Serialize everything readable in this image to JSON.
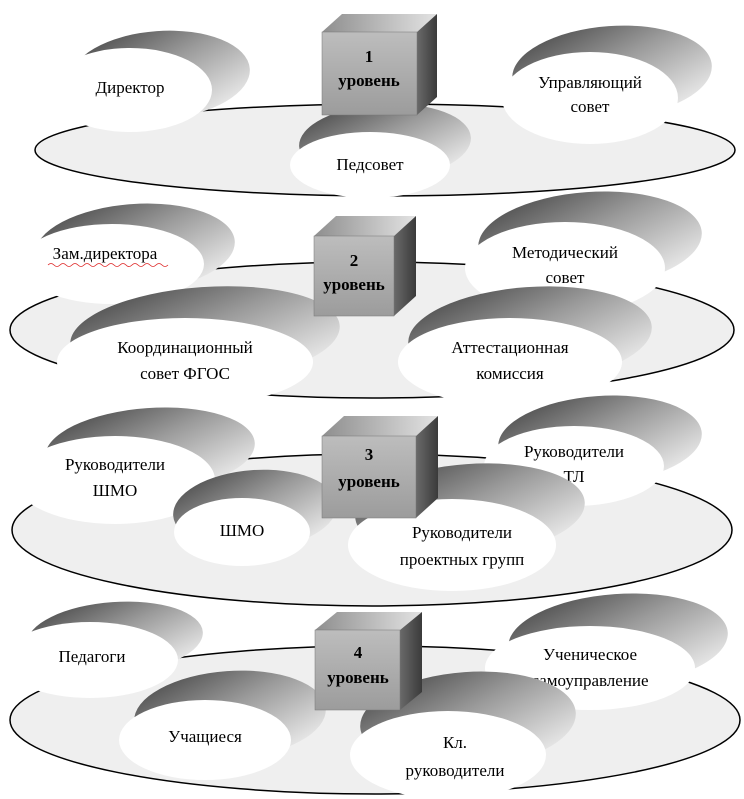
{
  "levels": [
    {
      "number": "1",
      "word": "уровень",
      "nodes": [
        "Директор",
        "Управляющий совет",
        "Педсовет"
      ]
    },
    {
      "number": "2",
      "word": "уровень",
      "nodes": [
        "Зам.директора",
        "Методический совет",
        "Координационный совет ФГОС",
        "Аттестационная комиссия"
      ]
    },
    {
      "number": "3",
      "word": "уровень",
      "nodes": [
        "Руководители ШМО",
        "Руководители ТЛ",
        "ШМО",
        "Руководители проектных групп"
      ]
    },
    {
      "number": "4",
      "word": "уровень",
      "nodes": [
        "Педагоги",
        "Ученическое самоуправление",
        "Учащиеся",
        "Кл. руководители"
      ]
    }
  ],
  "colors": {
    "platform_fill": "#efefef",
    "platform_stroke": "#000000",
    "cube_front": "#a9a9a9",
    "cube_top": "#d4d4d4",
    "cube_side": "#595959",
    "node_fill": "#ffffff",
    "node_shadow": "#8a8a8a"
  }
}
